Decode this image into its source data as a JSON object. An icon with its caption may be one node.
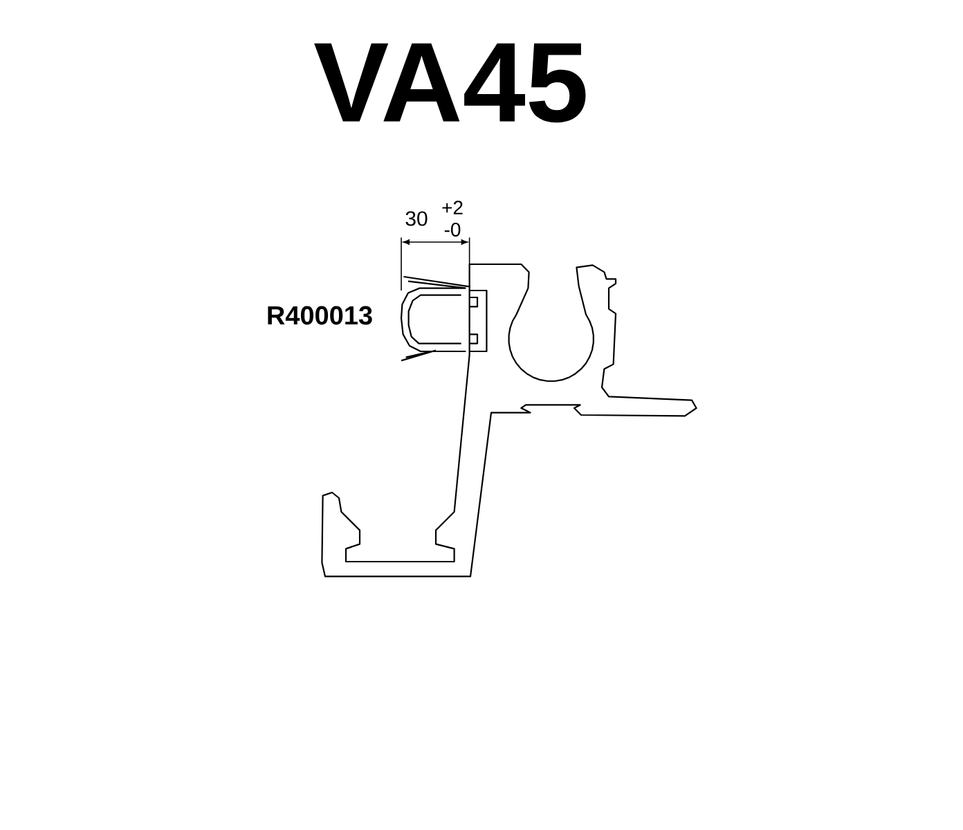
{
  "diagram": {
    "title": "VA45",
    "labels": [
      "30",
      "+2",
      "-0",
      "R400013"
    ]
  }
}
